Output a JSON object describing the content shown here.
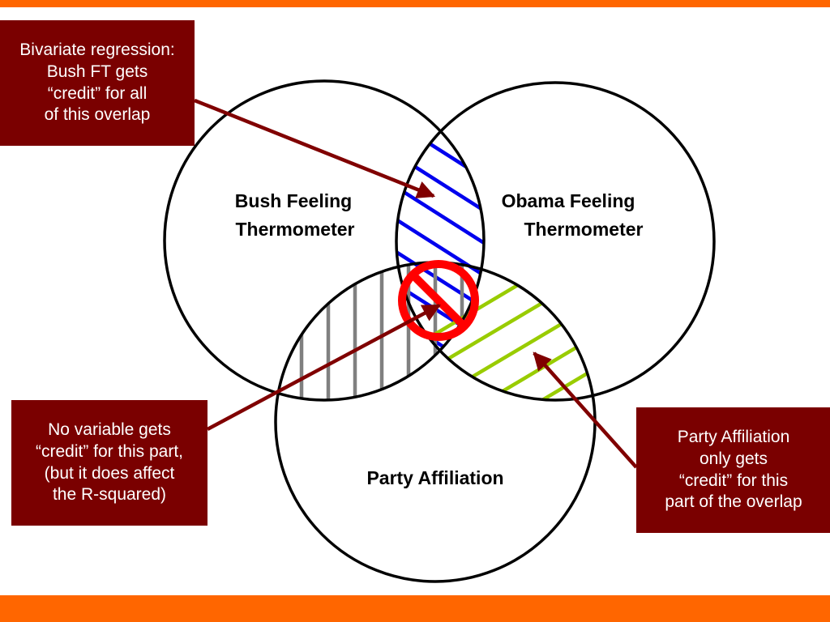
{
  "colors": {
    "accent_bar": "#ff6600",
    "callout_bg": "#7a0000",
    "arrow": "#800000",
    "bush_obama_hatch": "#0000ee",
    "bush_party_hatch": "#808080",
    "obama_party_hatch": "#99cc00",
    "prohibition_sign": "#ff0000"
  },
  "circles": {
    "bush_label": [
      "Bush Feeling",
      "Thermometer"
    ],
    "obama_label": [
      "Obama Feeling",
      "Thermometer"
    ],
    "party_label": "Party Affiliation"
  },
  "callouts": {
    "bivariate": [
      "Bivariate regression:",
      "Bush FT gets",
      "“credit” for all",
      "of this overlap"
    ],
    "no_credit": [
      "No variable gets",
      "“credit” for this part,",
      "(but it does affect",
      "the R-squared)"
    ],
    "party_only": [
      "Party Affiliation",
      "only gets",
      "“credit” for this",
      "part of the overlap"
    ]
  },
  "icons": {
    "center": "prohibition-icon"
  }
}
